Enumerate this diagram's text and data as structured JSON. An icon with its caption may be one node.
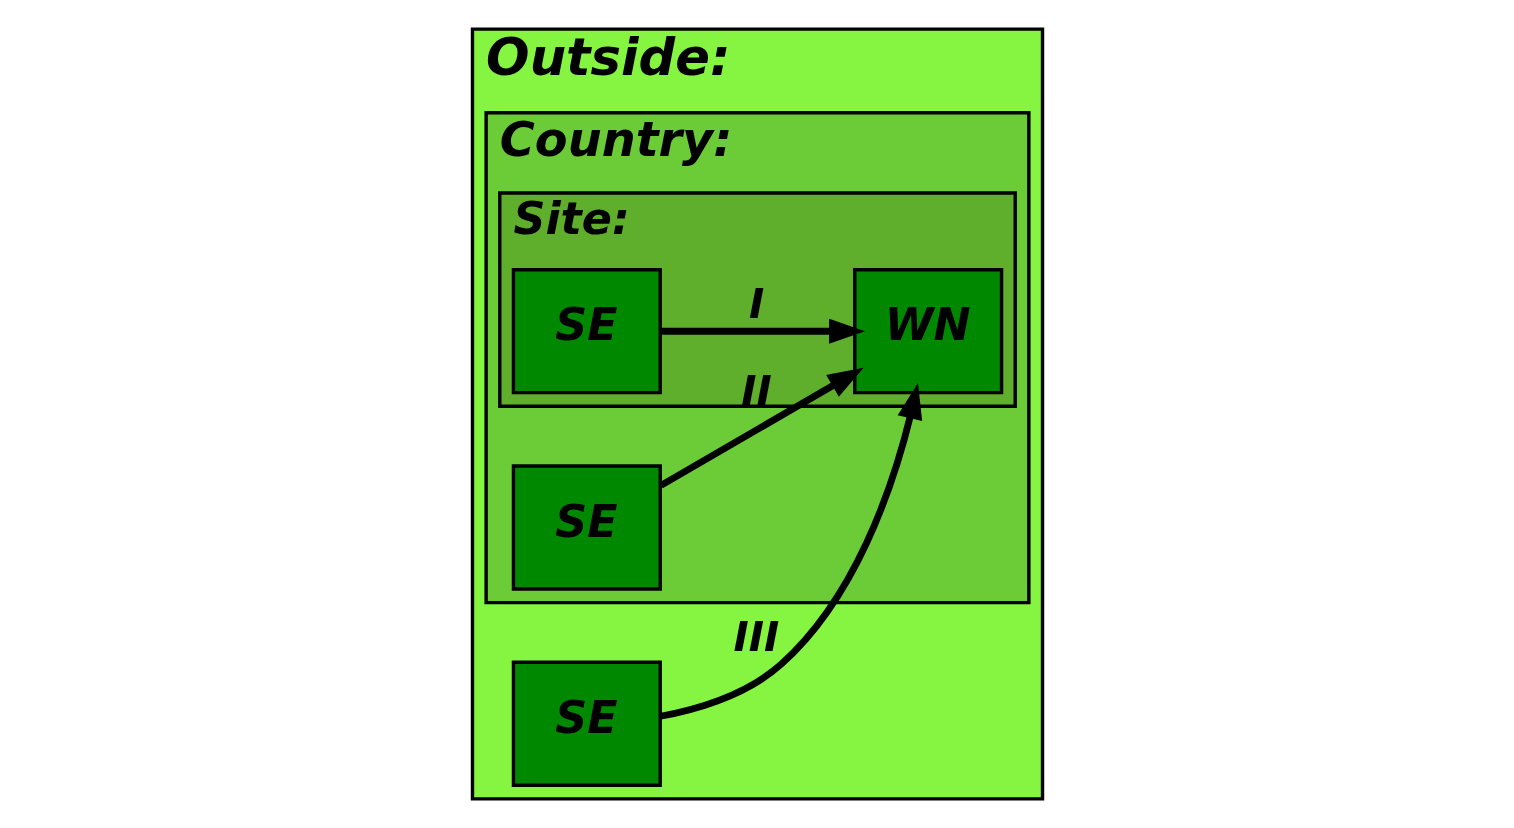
{
  "diagram": {
    "nodes": [
      {
        "text": [
          "Outside:"
        ]
      },
      {
        "text": [
          "Country:"
        ],
        "in": 0
      },
      {
        "text": [
          "Site:"
        ],
        "in": 1
      },
      {
        "text": [
          "SE"
        ],
        "in": 2
      },
      {
        "text": [
          "WN"
        ],
        "in": 2
      },
      {
        "text": [
          "SE"
        ],
        "in": 1
      },
      {
        "text": [
          "SE"
        ],
        "in": 0
      }
    ],
    "edges": [
      {
        "from": 3,
        "to": 4,
        "arrow": "to",
        "label": "I"
      },
      {
        "from": 5,
        "to": 4,
        "arrow": "to",
        "label": "II"
      },
      {
        "from": 6,
        "to": 4,
        "arrow": "to",
        "label": "III"
      }
    ]
  }
}
